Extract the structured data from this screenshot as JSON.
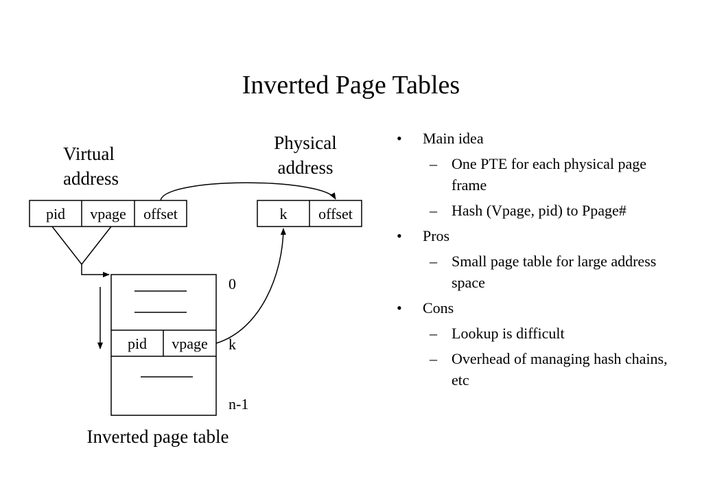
{
  "title": "Inverted Page Tables",
  "virtual_address": {
    "label": "Virtual\naddress",
    "fields": [
      "pid",
      "vpage",
      "offset"
    ]
  },
  "physical_address": {
    "label": "Physical\naddress",
    "fields": [
      "k",
      "offset"
    ]
  },
  "table": {
    "entry_fields": [
      "pid",
      "vpage"
    ],
    "index_labels": [
      "0",
      "k",
      "n-1"
    ],
    "caption": "Inverted page table"
  },
  "bullets": [
    {
      "text": "Main idea",
      "sub": [
        "One PTE for each physical page frame",
        "Hash (Vpage, pid) to Ppage#"
      ]
    },
    {
      "text": "Pros",
      "sub": [
        "Small page table for large address space"
      ]
    },
    {
      "text": "Cons",
      "sub": [
        "Lookup is difficult",
        "Overhead of managing hash chains, etc"
      ]
    }
  ]
}
